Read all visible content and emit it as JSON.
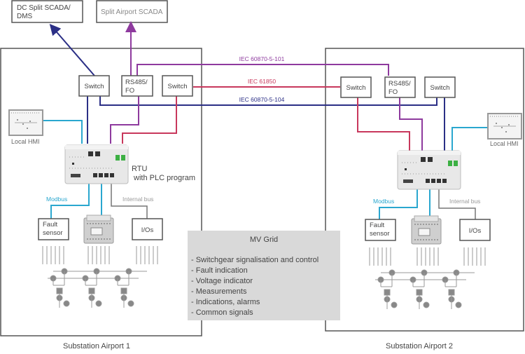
{
  "colors": {
    "iec101": "#8e3a9e",
    "iec61850": "#c8385c",
    "iec104": "#2b2f86",
    "modbus": "#2aa7cf",
    "internal": "#777777",
    "box_border": "#555555",
    "grid_fill": "#d9d9d9"
  },
  "top_systems": {
    "dc_scada": [
      "DC Split SCADA/",
      "DMS"
    ],
    "airport_scada": "Split Airport SCADA"
  },
  "protocols": {
    "iec101": "IEC 60870-5-101",
    "iec61850": "IEC 61850",
    "iec104": "IEC 60870-5-104"
  },
  "substation1": {
    "label": "Substation Airport 1",
    "switch_a": "Switch",
    "converter": [
      "RS485/",
      "FO"
    ],
    "switch_b": "Switch",
    "local_hmi": "Local HMI",
    "rtu_label": [
      "RTU",
      "with PLC program"
    ],
    "modbus": "Modbus",
    "internal_bus": "Internal bus",
    "fault_sensor": [
      "Fault",
      "sensor"
    ],
    "ios": "I/Os"
  },
  "substation2": {
    "label": "Substation Airport 2",
    "switch_a": "Switch",
    "converter": [
      "RS485/",
      "FO"
    ],
    "switch_b": "Switch",
    "local_hmi": "Local HMI",
    "modbus": "Modbus",
    "internal_bus": "Internal bus",
    "fault_sensor": [
      "Fault",
      "sensor"
    ],
    "ios": "I/Os"
  },
  "mv_grid": {
    "title": "MV Grid",
    "items": [
      "- Switchgear signalisation and control",
      "- Fault indication",
      "- Voltage indicator",
      "- Measurements",
      "- Indications, alarms",
      "- Common signals"
    ]
  }
}
